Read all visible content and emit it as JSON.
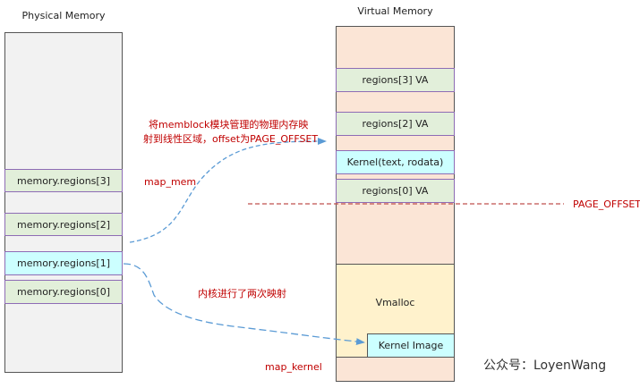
{
  "physical": {
    "title": "Physical Memory",
    "regions": [
      {
        "label": "memory.regions[3]",
        "color": "#e2efda"
      },
      {
        "label": "memory.regions[2]",
        "color": "#e2efda"
      },
      {
        "label": "memory.regions[1]",
        "color": "#ccffff"
      },
      {
        "label": "memory.regions[0]",
        "color": "#e2efda"
      }
    ]
  },
  "virtual": {
    "title": "Virtual Memory",
    "regions": [
      {
        "label": "regions[3] VA",
        "color": "#e2efda"
      },
      {
        "label": "regions[2] VA",
        "color": "#e2efda"
      },
      {
        "label": "Kernel(text, rodata)",
        "color": "#ccffff"
      },
      {
        "label": "regions[0] VA",
        "color": "#e2efda"
      }
    ],
    "vmalloc_label": "Vmalloc",
    "kernel_image_label": "Kernel Image"
  },
  "annotations": {
    "linear_map_desc_line1": "将memblock模块管理的物理内存映",
    "linear_map_desc_line2": "射到线性区域，offset为PAGE_OFFSET",
    "map_mem": "map_mem",
    "page_offset": "PAGE_OFFSET",
    "two_mappings": "内核进行了两次映射",
    "map_kernel": "map_kernel"
  },
  "watermark": "公众号：LoyenWang",
  "colors": {
    "arrow": "#5b9bd5",
    "annotation_text": "#c00000",
    "page_offset_line": "#c0504d",
    "region_border": "#8e6cb5"
  }
}
